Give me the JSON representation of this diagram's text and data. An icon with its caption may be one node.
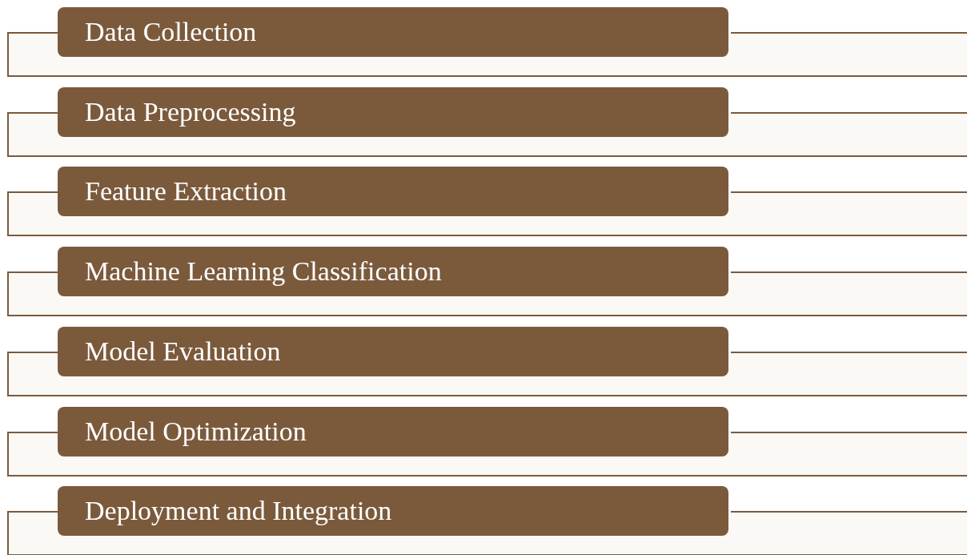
{
  "diagram": {
    "nodes": [
      {
        "text": [
          "Data Collection"
        ]
      },
      {
        "text": [
          "Data Preprocessing"
        ]
      },
      {
        "text": [
          "Feature Extraction"
        ]
      },
      {
        "text": [
          "Machine Learning Classification"
        ]
      },
      {
        "text": [
          "Model Evaluation"
        ]
      },
      {
        "text": [
          "Model Optimization"
        ]
      },
      {
        "text": [
          "Deployment and Integration"
        ]
      }
    ]
  }
}
